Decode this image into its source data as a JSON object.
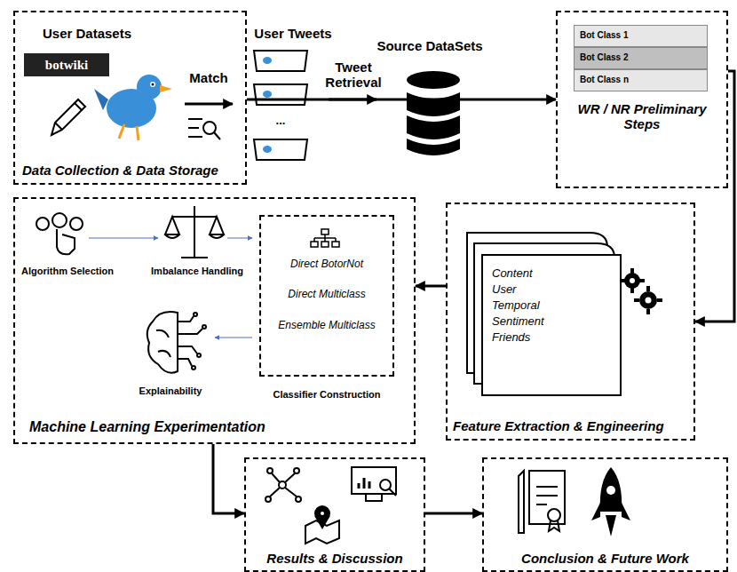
{
  "diagram": {
    "nodes": [
      {
        "text": [
          "Data Collection & Data Storage"
        ]
      },
      {
        "text": [
          "WR / NR Preliminary Steps"
        ]
      },
      {
        "text": [
          "Bot Class 1"
        ],
        "in": 1
      },
      {
        "text": [
          "Bot Class 2"
        ],
        "in": 1
      },
      {
        "text": [
          "Bot Class n"
        ],
        "in": 1
      },
      {
        "text": [
          "Machine Learning Experimentation"
        ]
      },
      {
        "text": [
          "Direct BotorNot",
          "Direct Multiclass",
          "Ensemble Multiclass",
          "Classifier Construction"
        ],
        "in": 5
      },
      {
        "text": [
          "Feature Extraction & Engineering"
        ]
      },
      {
        "text": [
          "Content",
          "User",
          "Temporal",
          "Sentiment",
          "Friends"
        ],
        "in": 7
      },
      {
        "text": [
          "Results & Discussion"
        ]
      },
      {
        "text": [
          "Conclusion & Future Work"
        ]
      }
    ],
    "edges": [
      {
        "from": 0,
        "to": 1,
        "arrow": "to"
      },
      {
        "from": 1,
        "to": 7,
        "arrow": "to"
      },
      {
        "from": 7,
        "to": 5,
        "arrow": "to"
      },
      {
        "from": 5,
        "to": 9,
        "arrow": "to"
      },
      {
        "from": 9,
        "to": 10,
        "arrow": "to"
      }
    ],
    "labels": [
      "User Datasets",
      "botwiki",
      "Match",
      "User Tweets",
      "...",
      "Tweet Retrieval",
      "Source DataSets",
      "Algorithm Selection",
      "Imbalance Handling",
      "Explainability"
    ]
  }
}
